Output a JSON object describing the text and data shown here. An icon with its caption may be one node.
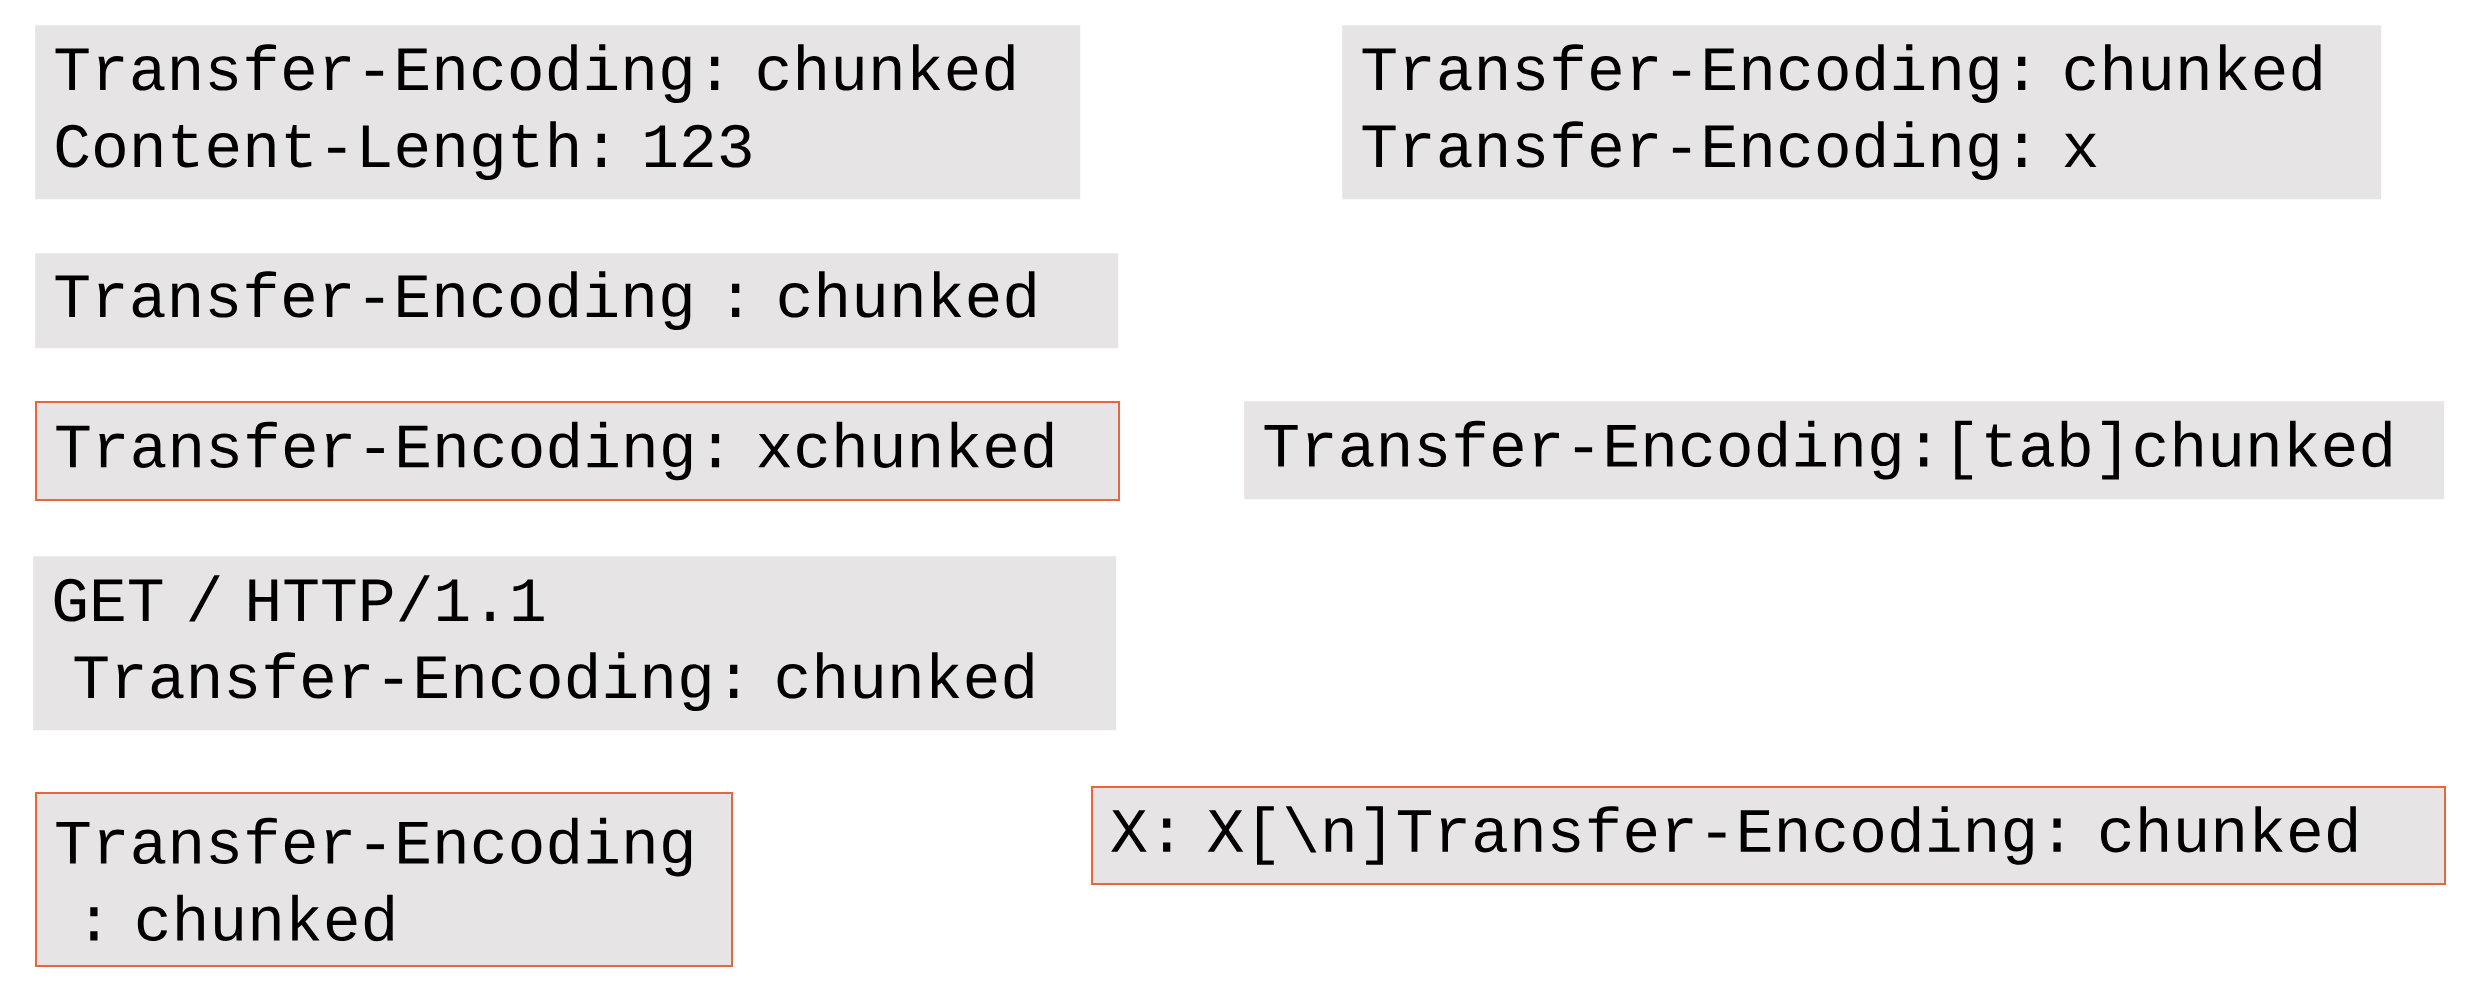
{
  "diagram": {
    "nodes": [
      {
        "text": [
          "Transfer-Encoding: chunked",
          "Content-Length: 123"
        ]
      },
      {
        "text": [
          "Transfer-Encoding: chunked",
          "Transfer-Encoding: x"
        ]
      },
      {
        "text": [
          "Transfer-Encoding : chunked"
        ]
      },
      {
        "text": [
          "Transfer-Encoding: xchunked"
        ]
      },
      {
        "text": [
          "Transfer-Encoding:[tab]chunked"
        ]
      },
      {
        "text": [
          "GET / HTTP/1.1",
          " Transfer-Encoding: chunked"
        ]
      },
      {
        "text": [
          "Transfer-Encoding",
          " : chunked"
        ]
      },
      {
        "text": [
          "X: X[\\n]Transfer-Encoding: chunked"
        ]
      }
    ]
  }
}
